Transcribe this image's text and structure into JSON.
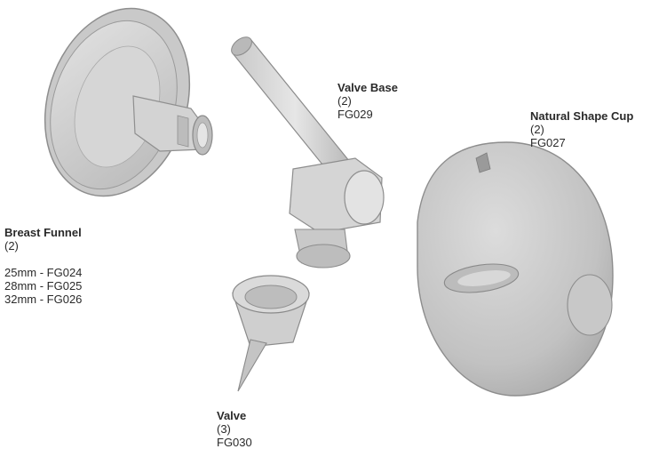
{
  "parts": {
    "breast_funnel": {
      "name": "Breast Funnel",
      "qty": "(2)",
      "codes": [
        "25mm - FG024",
        "28mm - FG025",
        "32mm - FG026"
      ]
    },
    "valve_base": {
      "name": "Valve Base",
      "qty": "(2)",
      "code": "FG029"
    },
    "natural_shape_cup": {
      "name": "Natural Shape Cup",
      "qty": "(2)",
      "code": "FG027"
    },
    "valve": {
      "name": "Valve",
      "qty": "(3)",
      "code": "FG030"
    }
  }
}
